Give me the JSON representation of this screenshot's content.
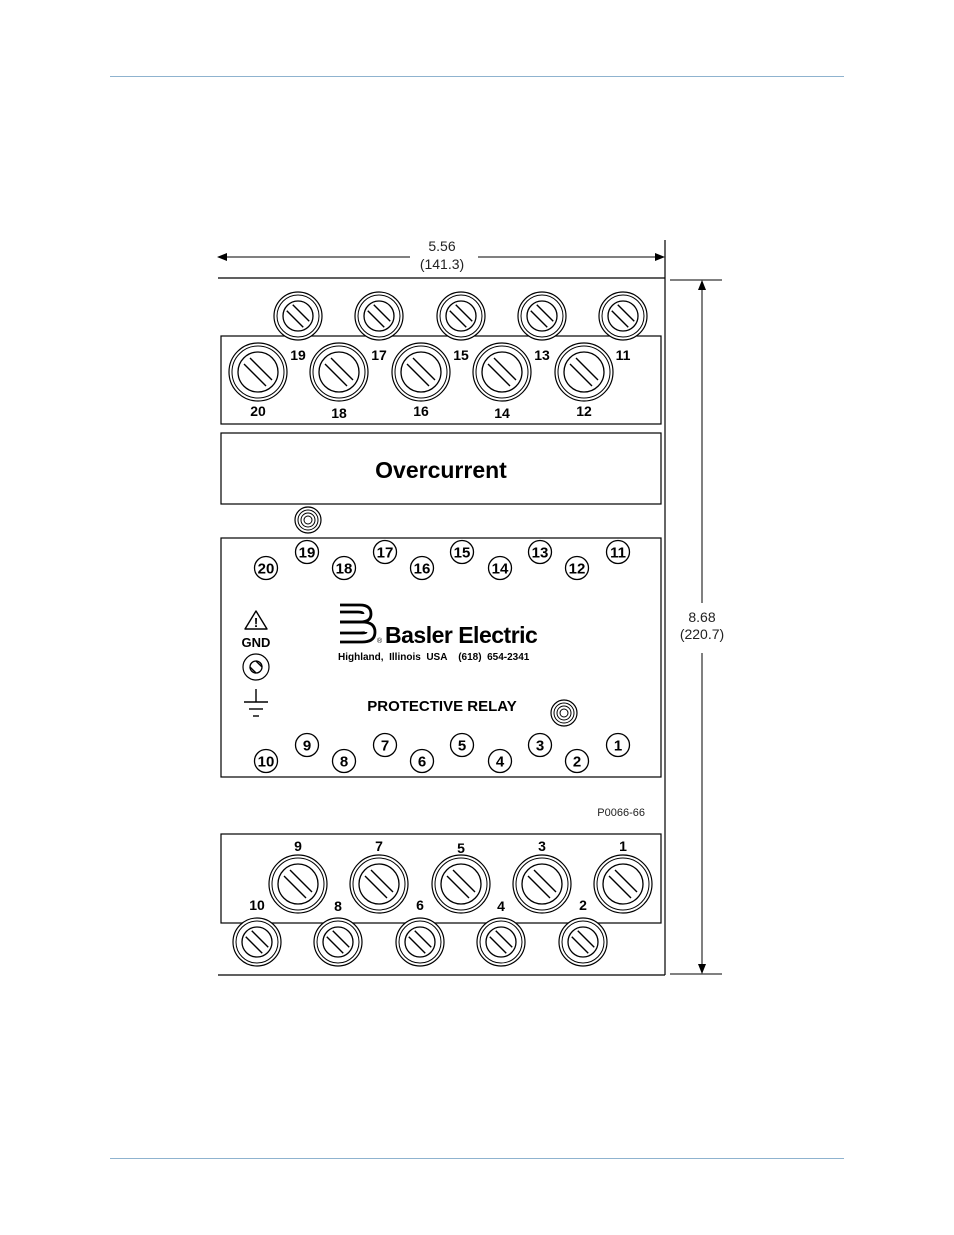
{
  "dimensions": {
    "width_value": "5.56",
    "width_metric": "(141.3)",
    "height_value": "8.68",
    "height_metric": "(220.7)"
  },
  "upper_block": {
    "back_terminals": [
      "19",
      "17",
      "15",
      "13",
      "11"
    ],
    "front_terminals": [
      "20",
      "18",
      "16",
      "14",
      "12"
    ]
  },
  "label_panel": {
    "title": "Overcurrent"
  },
  "front_panel": {
    "top_row_labels": [
      "20",
      "19",
      "18",
      "17",
      "16",
      "15",
      "14",
      "13",
      "12",
      "11"
    ],
    "bottom_row_labels": [
      "10",
      "9",
      "8",
      "7",
      "6",
      "5",
      "4",
      "3",
      "2",
      "1"
    ],
    "gnd_label": "GND",
    "warning_symbol": "!",
    "brand_name": "Basler Electric",
    "brand_address": "Highland,  Illinois  USA    (618)  654-2341",
    "registered_mark": "®",
    "product_label": "PROTECTIVE RELAY"
  },
  "figure_number": "P0066-66",
  "lower_block": {
    "back_terminals": [
      "9",
      "7",
      "5",
      "3",
      "1"
    ],
    "front_terminals": [
      "10",
      "8",
      "6",
      "4",
      "2"
    ]
  },
  "icons": [
    "screw-terminal-icon",
    "warning-triangle-icon",
    "ground-symbol-icon",
    "basler-logo-icon",
    "indicator-knob-icon"
  ]
}
